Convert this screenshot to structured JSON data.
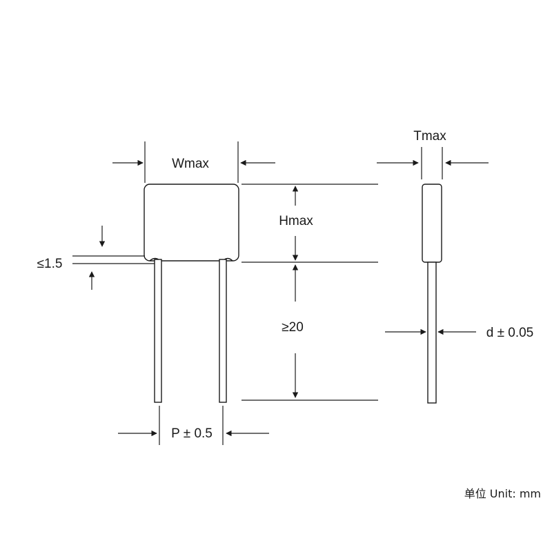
{
  "diagram": {
    "labels": {
      "width": "Wmax",
      "height": "Hmax",
      "thickness": "Tmax",
      "lead_offset": "≤1.5",
      "lead_length": "≥20",
      "pitch": "P ± 0.5",
      "lead_diameter": "d ± 0.05"
    },
    "unit_note": "单位 Unit: mm"
  }
}
